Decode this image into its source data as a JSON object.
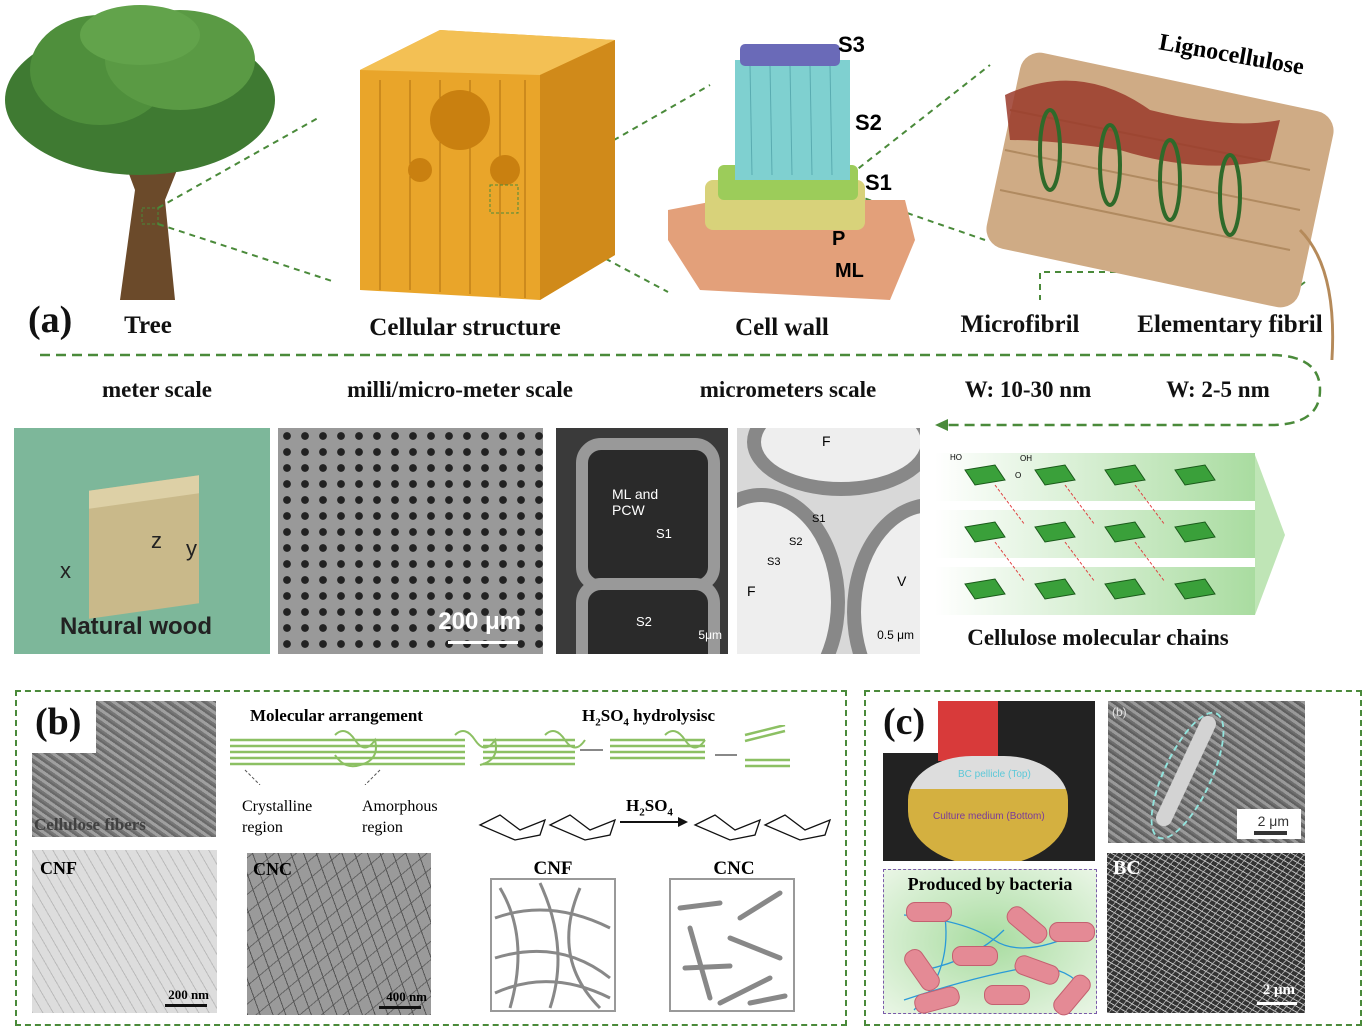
{
  "panel_a": {
    "label": "(a)",
    "structures": [
      "Tree",
      "Cellular structure",
      "Cell wall",
      "Microfibril",
      "Elementary fibril"
    ],
    "lignocellulose": "Lignocellulose",
    "cell_wall_layers": {
      "s3": "S3",
      "s2": "S2",
      "s1": "S1",
      "p": "P",
      "ml": "ML"
    },
    "scales": [
      "meter scale",
      "milli/micro-meter scale",
      "micrometers scale",
      "W: 10-30 nm",
      "W: 2-5 nm"
    ],
    "natural_wood": {
      "caption": "Natural wood",
      "axis_x": "x",
      "axis_y": "y",
      "axis_z": "z"
    },
    "sem_1_scalebar": "200 μm",
    "sem_2": {
      "ml_pcw": "ML and PCW",
      "s1": "S1",
      "s2": "S2",
      "scalebar": "5μm"
    },
    "sem_3": {
      "f1": "F",
      "f2": "F",
      "v": "V",
      "s1": "S1",
      "s2": "S2",
      "s3": "S3",
      "scalebar": "0.5 μm"
    },
    "chains_caption": "Cellulose molecular chains",
    "chain_labels": {
      "oh": "OH",
      "ho": "HO",
      "o": "O"
    }
  },
  "panel_b": {
    "label": "(b)",
    "cellulose_fibers": "Cellulose fibers",
    "molecular_arrangement": "Molecular arrangement",
    "hydrolysis_title": "H2SO4 hydrolysisc",
    "crystalline": "Crystalline region",
    "amorphous": "Amorphous region",
    "reagent": "H2SO4",
    "cnf_tem": {
      "label": "CNF",
      "scalebar": "200 nm"
    },
    "cnc_tem": {
      "label": "CNC",
      "scalebar": "400 nm"
    },
    "cnf_schematic": "CNF",
    "cnc_schematic": "CNC"
  },
  "panel_c": {
    "label": "(c)",
    "pellicle": "BC pellicle (Top)",
    "medium": "Culture medium (Bottom)",
    "produced": "Produced by bacteria",
    "sem_tag": "(b)",
    "sem_scalebar": "2 μm",
    "bc_label": "BC",
    "bc_scalebar": "2 μm"
  }
}
